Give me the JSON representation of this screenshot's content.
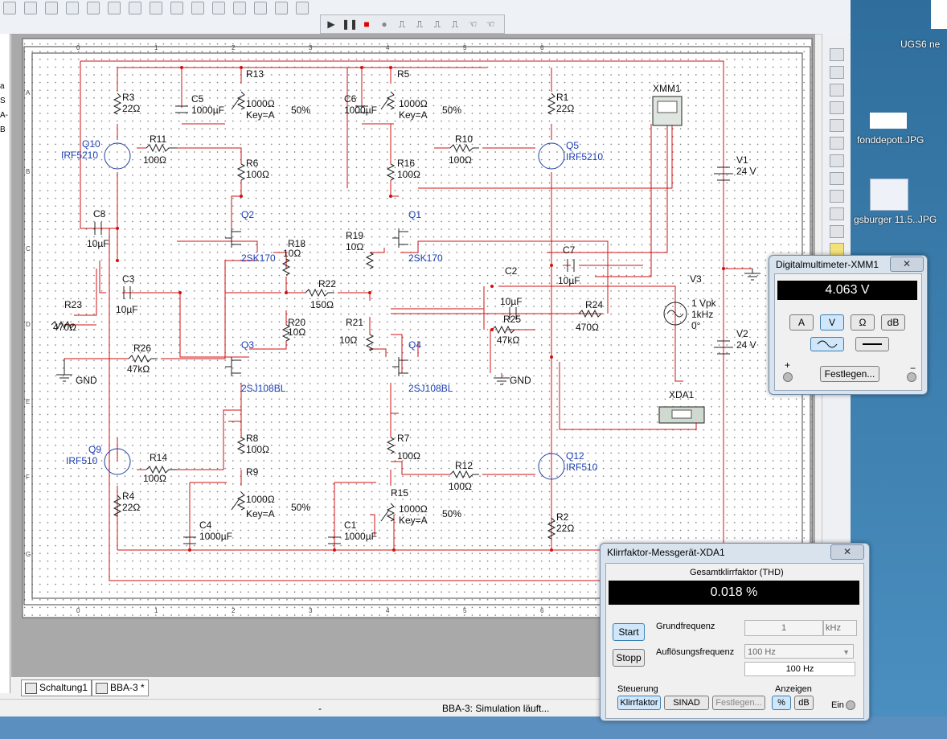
{
  "tabs": [
    {
      "label": "Schaltung1"
    },
    {
      "label": "BBA-3 *"
    }
  ],
  "status": {
    "dash": "-",
    "message": "BBA-3: Simulation läuft..."
  },
  "desktop": {
    "corner_label": "UGS6 ne",
    "file1": "fonddepott.JPG",
    "file2": "gsburger 11.5..JPG"
  },
  "left_strip_letters": [
    "a",
    "S",
    "A-",
    "B"
  ],
  "grid": {
    "col_labels": [
      "0",
      "1",
      "2",
      "3",
      "4",
      "5",
      "6"
    ],
    "row_labels": [
      "A",
      "B",
      "C",
      "D",
      "E",
      "F",
      "G"
    ]
  },
  "schematic": {
    "components": [
      {
        "id": "R13",
        "label": "R13"
      },
      {
        "id": "R3",
        "label": "R3"
      },
      {
        "id": "R3v",
        "label": "22Ω"
      },
      {
        "id": "C5",
        "label": "C5"
      },
      {
        "id": "C5v",
        "label": "1000µF"
      },
      {
        "id": "R13v",
        "label": "1000Ω"
      },
      {
        "id": "R13k",
        "label": "Key=A"
      },
      {
        "id": "R13p",
        "label": "50%"
      },
      {
        "id": "C6",
        "label": "C6"
      },
      {
        "id": "C6v",
        "label": "1000µF"
      },
      {
        "id": "R5",
        "label": "R5"
      },
      {
        "id": "R5v",
        "label": "1000Ω"
      },
      {
        "id": "R5k",
        "label": "Key=A"
      },
      {
        "id": "R5p",
        "label": "50%"
      },
      {
        "id": "R1",
        "label": "R1"
      },
      {
        "id": "R1v",
        "label": "22Ω"
      },
      {
        "id": "XMM1",
        "label": "XMM1"
      },
      {
        "id": "Q10",
        "label": "Q10"
      },
      {
        "id": "Q10t",
        "label": "IRF5210"
      },
      {
        "id": "R11",
        "label": "R11"
      },
      {
        "id": "R11v",
        "label": "100Ω"
      },
      {
        "id": "R6",
        "label": "R6"
      },
      {
        "id": "R6v",
        "label": "100Ω"
      },
      {
        "id": "R10",
        "label": "R10"
      },
      {
        "id": "R10v",
        "label": "100Ω"
      },
      {
        "id": "R16",
        "label": "R16"
      },
      {
        "id": "R16v",
        "label": "100Ω"
      },
      {
        "id": "Q5",
        "label": "Q5"
      },
      {
        "id": "Q5t",
        "label": "IRF5210"
      },
      {
        "id": "V1",
        "label": "V1"
      },
      {
        "id": "V1v",
        "label": "24 V"
      },
      {
        "id": "C8",
        "label": "C8"
      },
      {
        "id": "C8v",
        "label": "10µF"
      },
      {
        "id": "Q2",
        "label": "Q2"
      },
      {
        "id": "Q2t",
        "label": "2SK170"
      },
      {
        "id": "Q1",
        "label": "Q1"
      },
      {
        "id": "Q1t",
        "label": "2SK170"
      },
      {
        "id": "R18",
        "label": "R18"
      },
      {
        "id": "R18v",
        "label": "10Ω"
      },
      {
        "id": "R19",
        "label": "R19"
      },
      {
        "id": "R19v",
        "label": "10Ω"
      },
      {
        "id": "C7",
        "label": "C7"
      },
      {
        "id": "C7v",
        "label": "10µF"
      },
      {
        "id": "C3",
        "label": "C3"
      },
      {
        "id": "C3v",
        "label": "10µF"
      },
      {
        "id": "C2",
        "label": "C2"
      },
      {
        "id": "C2v",
        "label": "10µF"
      },
      {
        "id": "V3",
        "label": "V3"
      },
      {
        "id": "V3a",
        "label": "1 Vpk"
      },
      {
        "id": "V3b",
        "label": "1kHz"
      },
      {
        "id": "V3c",
        "label": "0°"
      },
      {
        "id": "R22",
        "label": "R22"
      },
      {
        "id": "R22v",
        "label": "150Ω"
      },
      {
        "id": "R23",
        "label": "R23"
      },
      {
        "id": "R23v",
        "label": "470Ω"
      },
      {
        "id": "R24",
        "label": "R24"
      },
      {
        "id": "R24v",
        "label": "470Ω"
      },
      {
        "id": "R20",
        "label": "R20"
      },
      {
        "id": "R20v",
        "label": "10Ω"
      },
      {
        "id": "R21",
        "label": "R21"
      },
      {
        "id": "R21v",
        "label": "10Ω"
      },
      {
        "id": "R25",
        "label": "R25"
      },
      {
        "id": "R25v",
        "label": "47kΩ"
      },
      {
        "id": "V2",
        "label": "V2"
      },
      {
        "id": "V2v",
        "label": "24 V"
      },
      {
        "id": "R26",
        "label": "R26"
      },
      {
        "id": "R26v",
        "label": "47kΩ"
      },
      {
        "id": "Q3",
        "label": "Q3"
      },
      {
        "id": "Q3t",
        "label": "2SJ108BL"
      },
      {
        "id": "Q4",
        "label": "Q4"
      },
      {
        "id": "Q4t",
        "label": "2SJ108BL"
      },
      {
        "id": "GND1",
        "label": "GND"
      },
      {
        "id": "GND2",
        "label": "GND"
      },
      {
        "id": "XDA1",
        "label": "XDA1"
      },
      {
        "id": "XDA1t",
        "label": "THD"
      },
      {
        "id": "R8",
        "label": "R8"
      },
      {
        "id": "R8v",
        "label": "100Ω"
      },
      {
        "id": "R7",
        "label": "R7"
      },
      {
        "id": "R7v",
        "label": "100Ω"
      },
      {
        "id": "R9",
        "label": "R9"
      },
      {
        "id": "Q9",
        "label": "Q9"
      },
      {
        "id": "Q9t",
        "label": "IRF510"
      },
      {
        "id": "R14",
        "label": "R14"
      },
      {
        "id": "R14v",
        "label": "100Ω"
      },
      {
        "id": "R12",
        "label": "R12"
      },
      {
        "id": "R12v",
        "label": "100Ω"
      },
      {
        "id": "Q12",
        "label": "Q12"
      },
      {
        "id": "Q12t",
        "label": "IRF510"
      },
      {
        "id": "R9v",
        "label": "1000Ω"
      },
      {
        "id": "R9k",
        "label": "Key=A"
      },
      {
        "id": "R9p",
        "label": "50%"
      },
      {
        "id": "R15",
        "label": "R15"
      },
      {
        "id": "R15v",
        "label": "1000Ω"
      },
      {
        "id": "R15k",
        "label": "Key=A"
      },
      {
        "id": "R15p",
        "label": "50%"
      },
      {
        "id": "R4",
        "label": "R4"
      },
      {
        "id": "R4v",
        "label": "22Ω"
      },
      {
        "id": "R2",
        "label": "R2"
      },
      {
        "id": "R2v",
        "label": "22Ω"
      },
      {
        "id": "C4",
        "label": "C4"
      },
      {
        "id": "C4v",
        "label": "1000µF"
      },
      {
        "id": "C1",
        "label": "C1"
      },
      {
        "id": "C1v",
        "label": "1000µF"
      }
    ]
  },
  "multimeter": {
    "title": "Digitalmultimeter-XMM1",
    "close": "✕",
    "reading": "4.063 V",
    "mode_buttons": [
      "A",
      "V",
      "Ω",
      "dB"
    ],
    "selected_mode": "V",
    "plus": "+",
    "minus": "−",
    "settings_button": "Festlegen..."
  },
  "thd": {
    "title": "Klirrfaktor-Messgerät-XDA1",
    "close": "✕",
    "section_title": "Gesamtklirrfaktor (THD)",
    "reading": "0.018 %",
    "start_button": "Start",
    "stop_button": "Stopp",
    "fundamental_label": "Grundfrequenz",
    "fundamental_value": "1",
    "fundamental_unit": "kHz",
    "resolution_label": "Auflösungsfrequenz",
    "resolution_value": "100 Hz",
    "resolution_display": "100 Hz",
    "control_label": "Steuerung",
    "control_buttons": [
      "Klirrfaktor",
      "SINAD",
      "Festlegen..."
    ],
    "display_label": "Anzeigen",
    "display_buttons": [
      "%",
      "dB"
    ],
    "in_label": "Ein"
  }
}
